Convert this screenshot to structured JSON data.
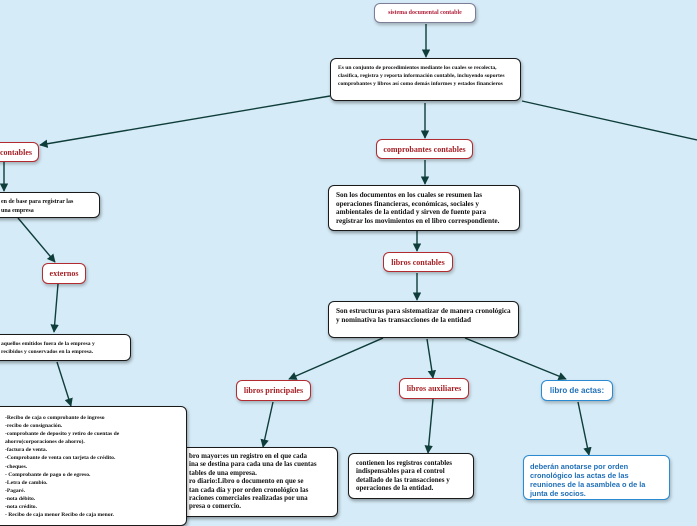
{
  "root": {
    "title": "sistema documental contable"
  },
  "definition": {
    "text": "Es un conjunto de procedimientos mediante los cuales se recolecta, clasifica, registra y reporta información contable, incluyendo soportes comprobantes y libros así como demás informes y estados financieros"
  },
  "left_branch": {
    "title": "contables",
    "desc": "en de base para registrar las\nuna empresa",
    "externos": "externos",
    "externos_desc": "aquellos emitidos fuera de la empresa y\nrecibidos y conservados en la empresa.",
    "examples": "-Recibo de caja o comprobante de ingreso\n-recibo de consignación.\n-comprobante de deposito y retiro de cuentas de\nahorro(corporaciones de ahorro).\n-factura de venta.\n-Comprobante de venta con tarjeta de crédito.\n-cheques.\n- Comprobante de pago o de egreso.\n-Letra de cambio.\n-Pagaré.\n-nota débito.\n-nota crédito.\n- Recibo de caja menor Recibo de caja menor."
  },
  "comprobantes": {
    "title": "comprobantes contables",
    "desc": "Son los documentos en los cuales se resumen las operaciones financieras, económicas, sociales y ambientales de la entidad y sirven de fuente para registrar los movimientos en el libro correspondiente."
  },
  "libros": {
    "title": "libros contables",
    "desc": "Son estructuras para sistematizar de manera cronológica y nominativa las transacciones de la entidad"
  },
  "principales": {
    "title": "libros principales",
    "desc": "bro mayor:es un registro en el que cada\nina se destina para cada una de las cuentas\ntables de una empresa.\nro diario:Libro o documento en que se\ntan cada día y por orden cronológico las\nraciones comerciales realizadas por una\npresa o comercio."
  },
  "auxiliares": {
    "title": "libros auxiliares",
    "desc": "contienen los registros contables indispensables para el control detallado de las transacciones y operaciones de la entidad."
  },
  "actas": {
    "title": "libro de actas:",
    "desc": "deberán anotarse por orden cronológico las actas de las reuniones de la asamblea o de la junta de socios."
  },
  "colors": {
    "background": "#d5ebf7",
    "edge": "#0f3d3a",
    "accent_red": "#a51f24",
    "accent_blue": "#1f6fb8"
  }
}
